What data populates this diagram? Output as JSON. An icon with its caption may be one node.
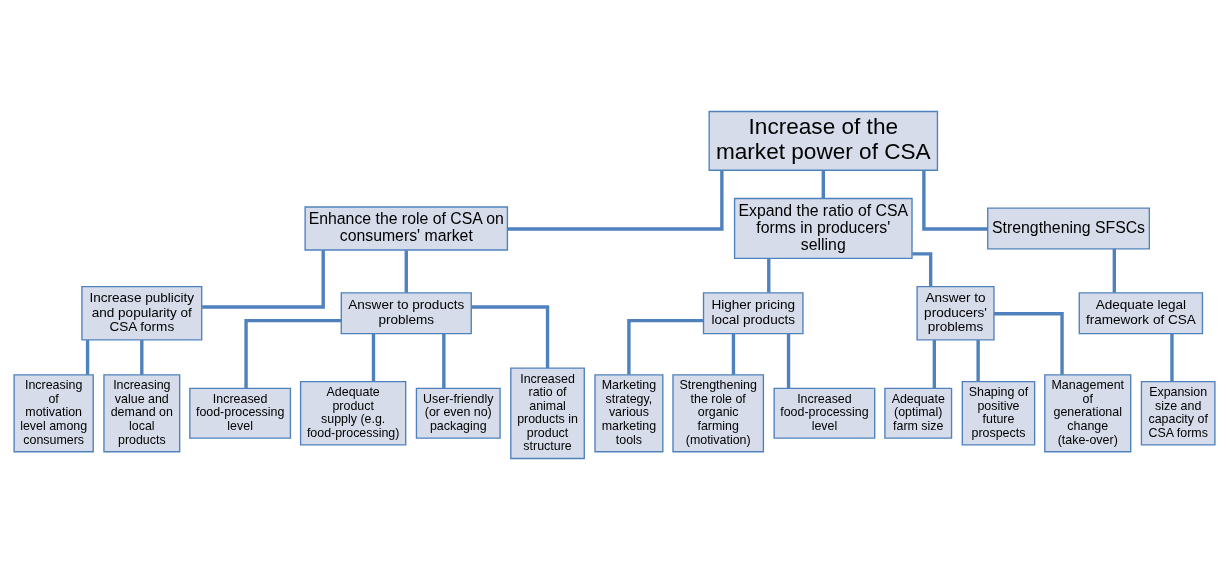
{
  "diagram": {
    "nodes": [
      {
        "text": [
          "Increase of the market power of CSA"
        ]
      },
      {
        "text": [
          "Enhance the role of CSA on consumers' market"
        ]
      },
      {
        "text": [
          "Expand the ratio of CSA forms in producers' selling"
        ]
      },
      {
        "text": [
          "Strengthening SFSCs"
        ]
      },
      {
        "text": [
          "Increase publicity and popularity of CSA forms"
        ]
      },
      {
        "text": [
          "Answer to products problems"
        ]
      },
      {
        "text": [
          "Higher pricing local products"
        ]
      },
      {
        "text": [
          "Answer to producers' problems"
        ]
      },
      {
        "text": [
          "Adequate legal framework of CSA"
        ]
      },
      {
        "text": [
          "Increasing of motivation level among consumers"
        ]
      },
      {
        "text": [
          "Increasing value and demand on local products"
        ]
      },
      {
        "text": [
          "Increased food-processing level"
        ]
      },
      {
        "text": [
          "Adequate product supply (e.g. food-processing)"
        ]
      },
      {
        "text": [
          "User-friendly (or even no) packaging"
        ]
      },
      {
        "text": [
          "Increased ratio of animal products in product structure"
        ]
      },
      {
        "text": [
          "Marketing strategy, various marketing tools"
        ]
      },
      {
        "text": [
          "Strengthening the role of organic farming (motivation)"
        ]
      },
      {
        "text": [
          "Increased food-processing level"
        ]
      },
      {
        "text": [
          "Adequate (optimal) farm size"
        ]
      },
      {
        "text": [
          "Shaping of positive future prospects"
        ]
      },
      {
        "text": [
          "Management of generational change (take-over)"
        ]
      },
      {
        "text": [
          "Expansion size and capacity of CSA forms"
        ]
      }
    ],
    "edges": [
      {
        "from": 0,
        "to": 1,
        "arrow": "none"
      },
      {
        "from": 0,
        "to": 2,
        "arrow": "none"
      },
      {
        "from": 0,
        "to": 3,
        "arrow": "none"
      },
      {
        "from": 1,
        "to": 4,
        "arrow": "none"
      },
      {
        "from": 1,
        "to": 5,
        "arrow": "none"
      },
      {
        "from": 2,
        "to": 6,
        "arrow": "none"
      },
      {
        "from": 2,
        "to": 7,
        "arrow": "none"
      },
      {
        "from": 3,
        "to": 8,
        "arrow": "none"
      },
      {
        "from": 4,
        "to": 9,
        "arrow": "none"
      },
      {
        "from": 4,
        "to": 10,
        "arrow": "none"
      },
      {
        "from": 5,
        "to": 11,
        "arrow": "none"
      },
      {
        "from": 5,
        "to": 12,
        "arrow": "none"
      },
      {
        "from": 5,
        "to": 13,
        "arrow": "none"
      },
      {
        "from": 5,
        "to": 14,
        "arrow": "none"
      },
      {
        "from": 6,
        "to": 15,
        "arrow": "none"
      },
      {
        "from": 6,
        "to": 16,
        "arrow": "none"
      },
      {
        "from": 6,
        "to": 17,
        "arrow": "none"
      },
      {
        "from": 7,
        "to": 18,
        "arrow": "none"
      },
      {
        "from": 7,
        "to": 19,
        "arrow": "none"
      },
      {
        "from": 7,
        "to": 20,
        "arrow": "none"
      },
      {
        "from": 8,
        "to": 21,
        "arrow": "none"
      }
    ]
  }
}
